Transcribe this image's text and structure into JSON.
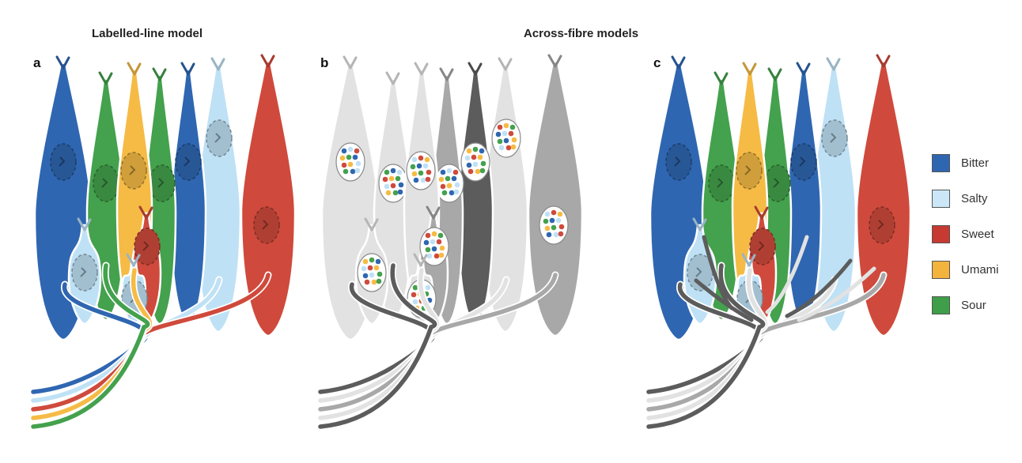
{
  "headings": {
    "labelled_line": "Labelled-line model",
    "across_fibre": "Across-fibre models"
  },
  "panels": [
    {
      "letter": "a",
      "mode": "labelled"
    },
    {
      "letter": "b",
      "mode": "broad"
    },
    {
      "letter": "c",
      "mode": "mixed"
    }
  ],
  "legend": [
    {
      "label": "Bitter",
      "color": "#2f66b1"
    },
    {
      "label": "Salty",
      "color": "#cbe7f7"
    },
    {
      "label": "Sweet",
      "color": "#c63a32"
    },
    {
      "label": "Umami",
      "color": "#f2b43c"
    },
    {
      "label": "Sour",
      "color": "#3f9e49"
    }
  ],
  "colors": {
    "bitter": "#2f66b1",
    "salty": "#bfe1f5",
    "sweet": "#cf4a3c",
    "umami": "#f5bb45",
    "sour": "#44a14d",
    "grey_light": "#e2e2e2",
    "grey_mid": "#a8a8a8",
    "grey_dark": "#5c5c5c"
  }
}
